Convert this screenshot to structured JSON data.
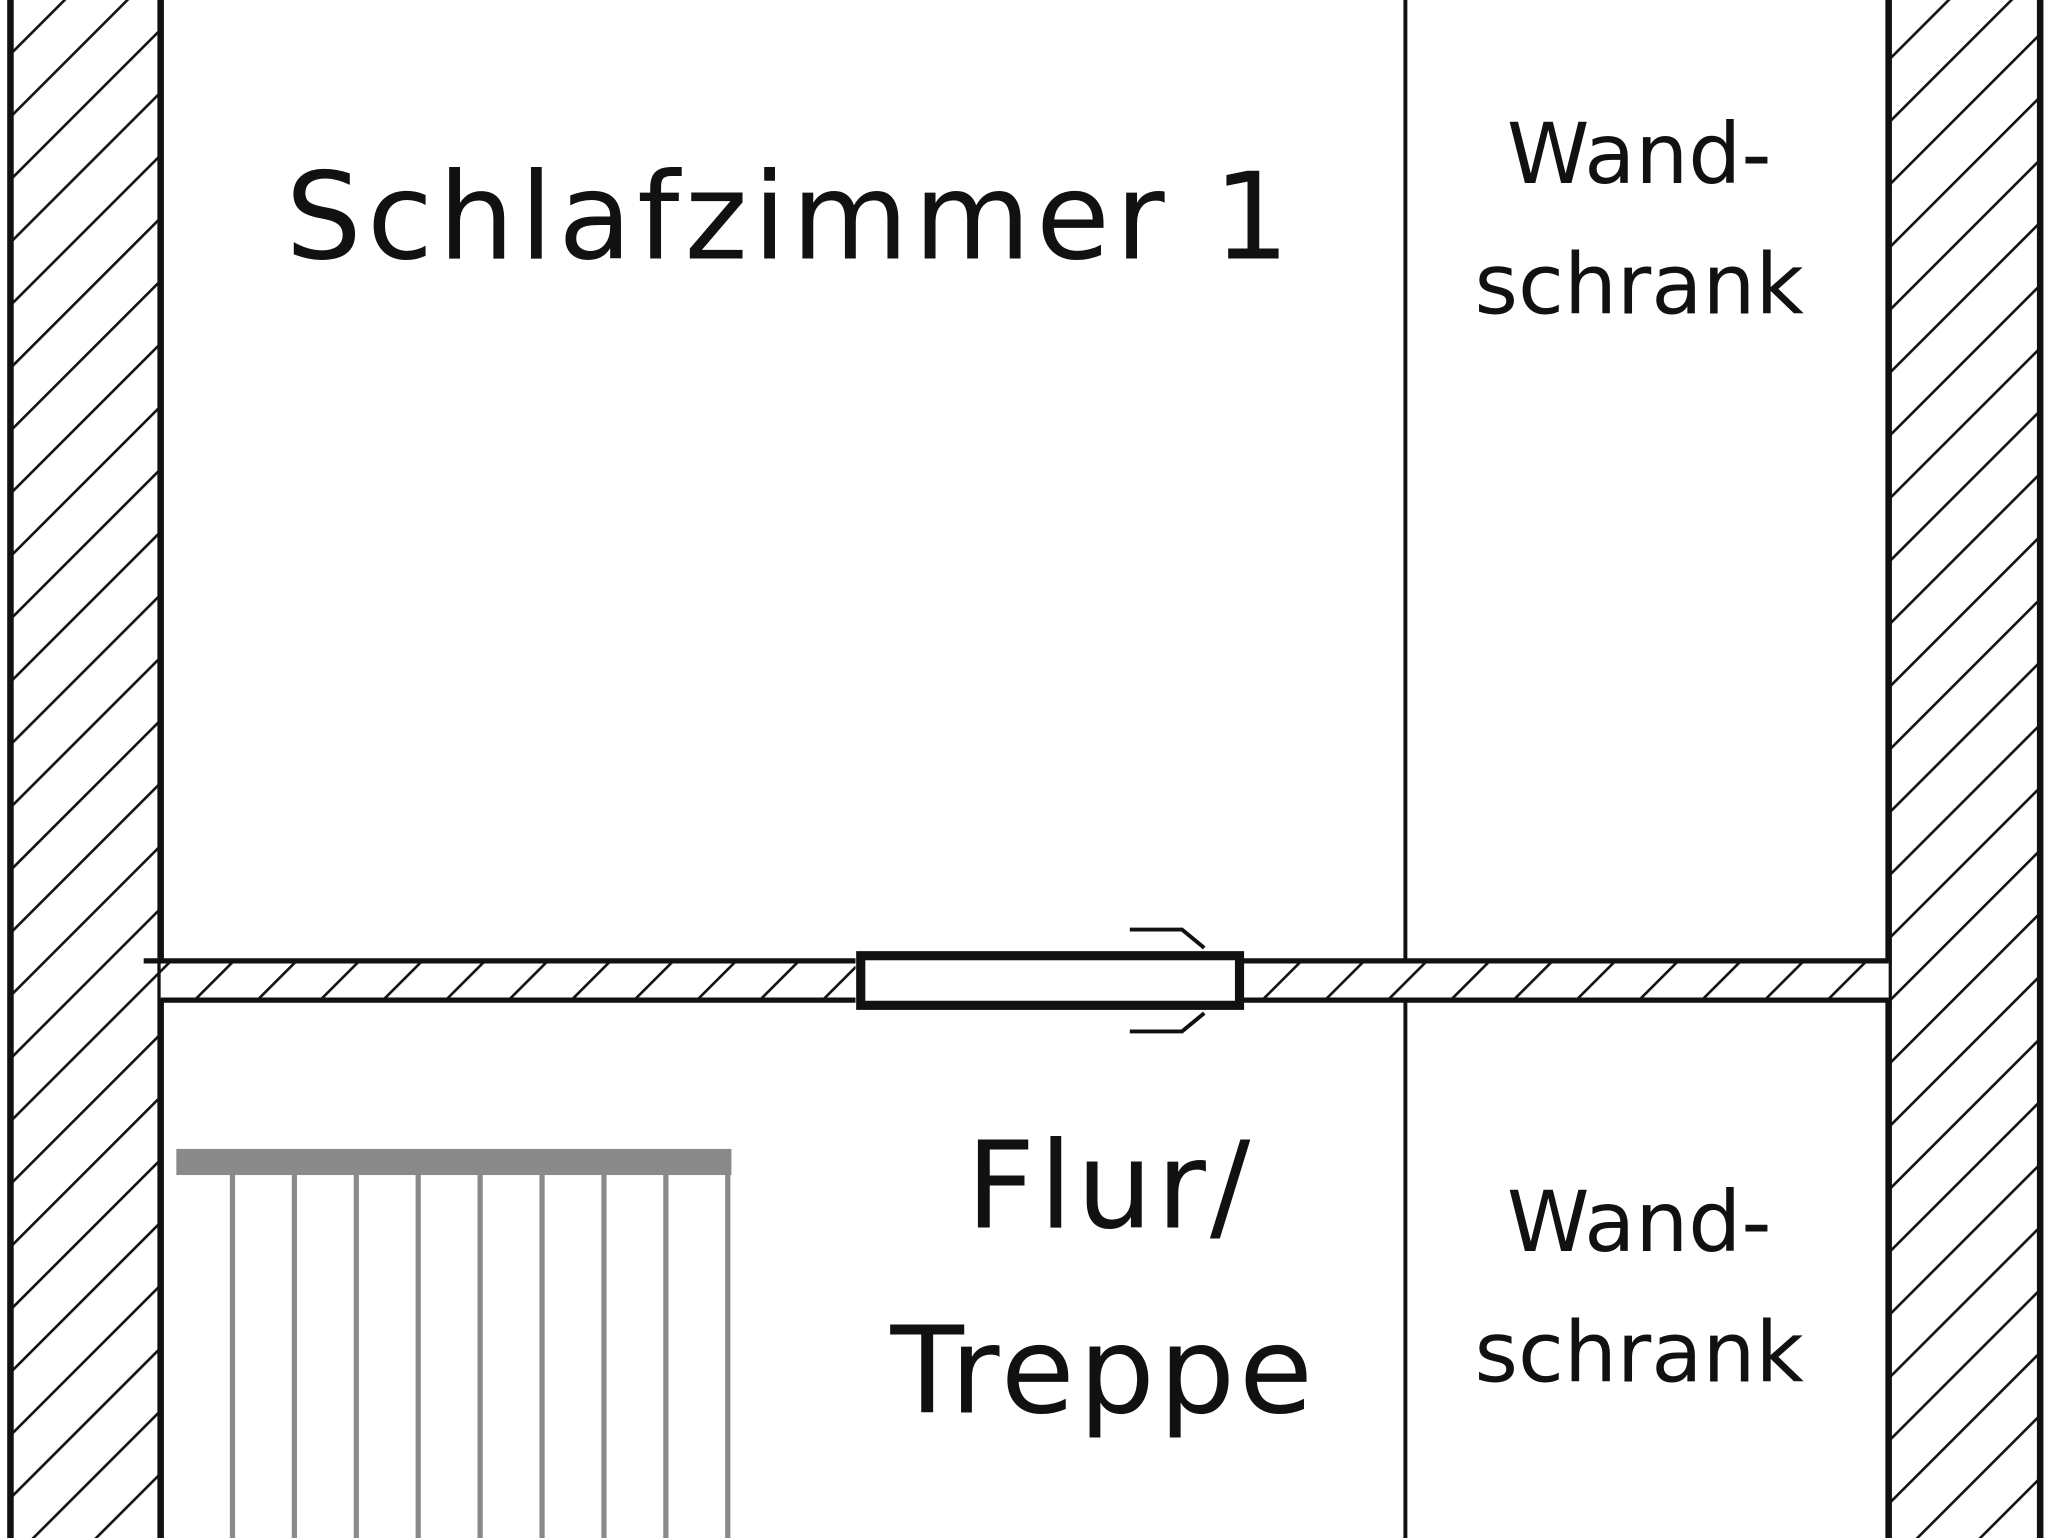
{
  "rooms": {
    "bedroom": {
      "label": "Schlafzimmer 1"
    },
    "closet_top": {
      "line1": "Wand-",
      "line2": "schrank"
    },
    "hall": {
      "line1": "Flur/",
      "line2": "Treppe"
    },
    "closet_bottom": {
      "line1": "Wand-",
      "line2": "schrank"
    }
  },
  "colors": {
    "wall": "#111111",
    "stair": "#8a8a8a",
    "background": "#ffffff"
  }
}
